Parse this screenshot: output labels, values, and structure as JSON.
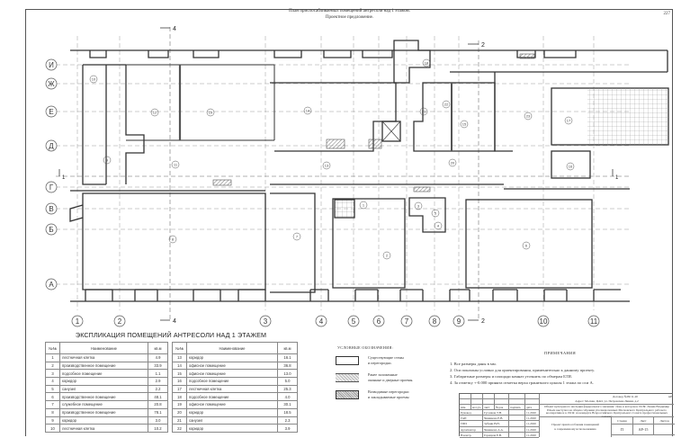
{
  "sheet": {
    "page_number": "227",
    "title_line1": "План приспосабливаемых помещений антресоли над 1 этажом.",
    "title_line2": "Проектное предложение."
  },
  "plan": {
    "row_axes": [
      "И",
      "Ж",
      "Е",
      "Д",
      "Г",
      "В",
      "Б",
      "А"
    ],
    "column_axes": [
      "1",
      "2",
      "3",
      "4",
      "5",
      "6",
      "7",
      "8",
      "9",
      "10",
      "11"
    ],
    "section_marks": [
      {
        "label": "4",
        "position": "top-left"
      },
      {
        "label": "4",
        "position": "bottom-left"
      },
      {
        "label": "2",
        "position": "top-right"
      },
      {
        "label": "2",
        "position": "bottom-right"
      },
      {
        "label": "1",
        "position": "left"
      },
      {
        "label": "1",
        "position": "right"
      }
    ],
    "room_numbers": [
      "1",
      "2",
      "3",
      "4",
      "5",
      "6",
      "7",
      "8",
      "9",
      "10",
      "11",
      "12",
      "13",
      "14",
      "15",
      "16",
      "17",
      "18",
      "19",
      "20",
      "21",
      "22",
      "23"
    ]
  },
  "explication": {
    "title": "ЭКСПЛИКАЦИЯ ПОМЕЩЕНИЙ АНТРЕСОЛИ НАД 1 ЭТАЖЕМ",
    "headers": {
      "num": "№№",
      "name": "Наименование",
      "area": "кв.м"
    },
    "left": [
      {
        "num": "1",
        "name": "лестничная клетка",
        "area": "4.9"
      },
      {
        "num": "2",
        "name": "производственное помещение",
        "area": "33.9"
      },
      {
        "num": "3",
        "name": "подсобное помещение",
        "area": "1.1"
      },
      {
        "num": "4",
        "name": "коридор",
        "area": "2.9"
      },
      {
        "num": "5",
        "name": "санузел",
        "area": "2.2"
      },
      {
        "num": "6",
        "name": "производственное помещение",
        "area": "48.1"
      },
      {
        "num": "7",
        "name": "служебное помещение",
        "area": "20.8"
      },
      {
        "num": "8",
        "name": "производственное помещение",
        "area": "78.1"
      },
      {
        "num": "9",
        "name": "коридор",
        "area": "3.0"
      },
      {
        "num": "10",
        "name": "лестничная клетка",
        "area": "10.2"
      }
    ],
    "right": [
      {
        "num": "13",
        "name": "коридор",
        "area": "16.1"
      },
      {
        "num": "14",
        "name": "офисное помещение",
        "area": "36.8"
      },
      {
        "num": "15",
        "name": "офисное помещение",
        "area": "13.0"
      },
      {
        "num": "16",
        "name": "подсобное помещение",
        "area": "5.0"
      },
      {
        "num": "17",
        "name": "лестничная клетка",
        "area": "25.3"
      },
      {
        "num": "18",
        "name": "подсобное помещение",
        "area": "4.0"
      },
      {
        "num": "19",
        "name": "офисное помещение",
        "area": "30.1"
      },
      {
        "num": "20",
        "name": "коридор",
        "area": "18.5"
      },
      {
        "num": "21",
        "name": "санузел",
        "area": "2.3"
      },
      {
        "num": "22",
        "name": "коридор",
        "area": "3.9"
      }
    ]
  },
  "legend": {
    "title": "УСЛОВНЫЕ ОБОЗНАЧЕНИЯ:",
    "items": [
      {
        "line1": "Существующие стены",
        "line2": "и перегородки."
      },
      {
        "line1": "Ранее заложенные",
        "line2": "оконные и дверные проемы."
      },
      {
        "line1": "Возводимые перегородки",
        "line2": "и закладываемые проемы"
      }
    ]
  },
  "notes": {
    "title": "ПРИМЕЧАНИЯ",
    "items": [
      "1. Все размеры даны в мм.",
      "2. Оси показаны условно для ориентирования, применительно к данному проекту.",
      "3. Габаритные размеры и площади комнат уточнить по обмерам БТИ.",
      "4. За отметку +-0.000 принята отметка верха гранитного цоколя 1 этажа по оси А."
    ]
  },
  "stamp": {
    "contract": "Договор №09/11-20",
    "ar": "АР",
    "address": "Адрес: Москва, ЦАО, ул. Петровские Линии, д.2",
    "object": "Объект культурного наследия федерального значения \"Дом, в котором в 1918г. Ленин Владимир Ильич выступал на общем собрании уполномоченных Московского Центрального рабочего кооператива и в 1919г. на концерте Всероссийского Центрального Совета профессиональных союзов\"",
    "sheet_name_line1": "Проект приспособления помещений",
    "sheet_name_line2": "к современному использованию",
    "headers": [
      "изм.",
      "кол.уч.",
      "лист",
      "№док",
      "подпись",
      "дата"
    ],
    "people": [
      {
        "role": "Руковод.",
        "name": "Гусенков Т.Н.",
        "date": "11.2020"
      },
      {
        "role": "ГАП",
        "name": "Чижикова Е.В.",
        "date": "11.2020"
      },
      {
        "role": "ГИП",
        "name": "Зубкин В.Н.",
        "date": "11.2020"
      },
      {
        "role": "Архитектор",
        "name": "Чижикова А.А.",
        "date": "11.2020"
      },
      {
        "role": "Н.контр.",
        "name": "Горецкая Е.В.",
        "date": "11.2020"
      }
    ],
    "stage_label": "Стадия",
    "sheet_label": "Лист",
    "sheets_label": "Листов",
    "stage": "П",
    "sheet": "АР-15",
    "sheets": ""
  }
}
